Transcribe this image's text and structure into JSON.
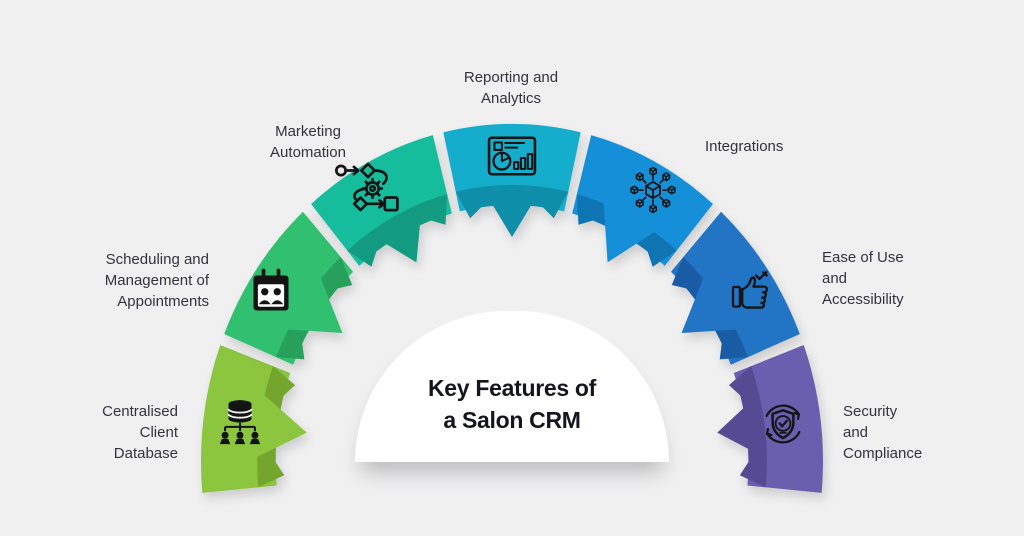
{
  "title": {
    "line1": "Key Features of",
    "line2": "a Salon CRM"
  },
  "background_color": "#f0f0f1",
  "features": [
    {
      "label": "Centralised Client Database",
      "lines": [
        "Centralised",
        "Client",
        "Database"
      ],
      "icon": "database-network-icon",
      "color_light": "#8cc63f",
      "color_dark": "#74a52d"
    },
    {
      "label": "Scheduling and Management of Appointments",
      "lines": [
        "Scheduling and",
        "Management of",
        "Appointments"
      ],
      "icon": "calendar-appointments-icon",
      "color_light": "#31c06f",
      "color_dark": "#27a05b"
    },
    {
      "label": "Marketing Automation",
      "lines": [
        "Marketing",
        "Automation"
      ],
      "icon": "workflow-automation-icon",
      "color_light": "#16bd9d",
      "color_dark": "#129b81"
    },
    {
      "label": "Reporting and Analytics",
      "lines": [
        "Reporting and",
        "Analytics"
      ],
      "icon": "analytics-dashboard-icon",
      "color_light": "#14adcb",
      "color_dark": "#0e8ea8"
    },
    {
      "label": "Integrations",
      "lines": [
        "Integrations"
      ],
      "icon": "integrations-cubes-icon",
      "color_light": "#1590d8",
      "color_dark": "#0f74b2"
    },
    {
      "label": "Ease of Use and Accessibility",
      "lines": [
        "Ease of Use",
        "and",
        "Accessibility"
      ],
      "icon": "thumbs-up-check-icon",
      "color_light": "#2274c5",
      "color_dark": "#1a5ca3"
    },
    {
      "label": "Security and Compliance",
      "lines": [
        "Security",
        "and",
        "Compliance"
      ],
      "icon": "shield-check-icon",
      "color_light": "#6a5fae",
      "color_dark": "#564a92"
    }
  ]
}
